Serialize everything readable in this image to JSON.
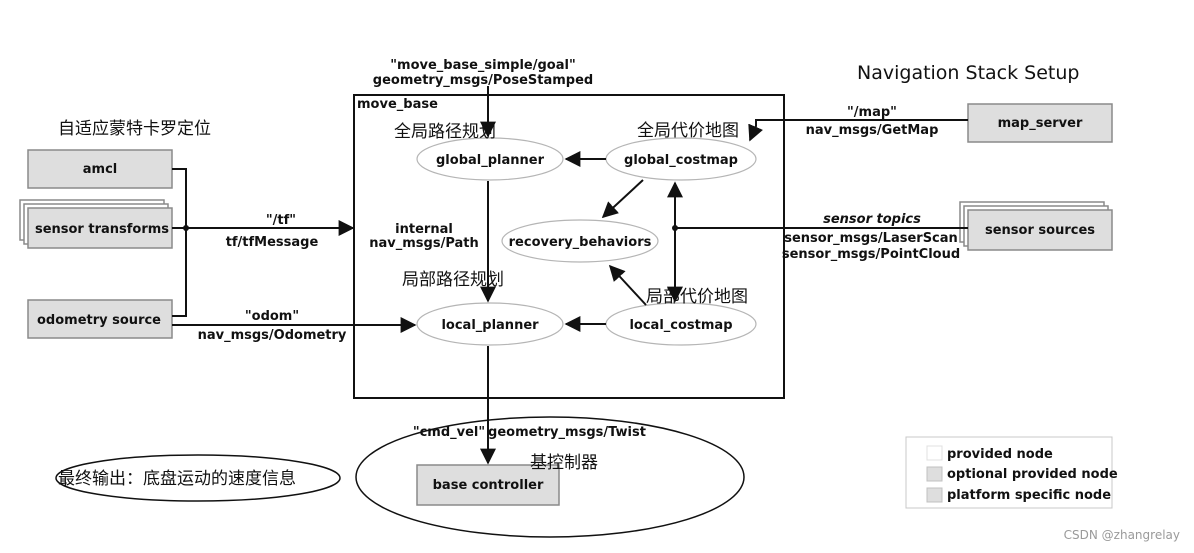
{
  "title": "Navigation Stack Setup",
  "watermark": "CSDN @zhangrelay",
  "move_base_label": "move_base",
  "nodes": {
    "amcl": "amcl",
    "sensor_transforms": "sensor transforms",
    "odometry_source": "odometry source",
    "map_server": "map_server",
    "sensor_sources": "sensor sources",
    "base_controller": "base controller",
    "global_planner": "global_planner",
    "global_costmap": "global_costmap",
    "recovery_behaviors": "recovery_behaviors",
    "local_planner": "local_planner",
    "local_costmap": "local_costmap"
  },
  "topics": {
    "goal_name": "\"move_base_simple/goal\"",
    "goal_type": "geometry_msgs/PoseStamped",
    "tf_name": "\"/tf\"",
    "tf_type": "tf/tfMessage",
    "odom_name": "\"odom\"",
    "odom_type": "nav_msgs/Odometry",
    "map_name": "\"/map\"",
    "map_type": "nav_msgs/GetMap",
    "sensor_topics": "sensor topics",
    "laser_type": "sensor_msgs/LaserScan",
    "cloud_type": "sensor_msgs/PointCloud",
    "internal": "internal",
    "path_type": "nav_msgs/Path",
    "cmd_vel_name": "\"cmd_vel\"",
    "cmd_vel_type": "geometry_msgs/Twist"
  },
  "annotations": {
    "amcl_zh": "自适应蒙特卡罗定位",
    "global_planner_zh": "全局路径规划",
    "global_costmap_zh": "全局代价地图",
    "local_planner_zh": "局部路径规划",
    "local_costmap_zh": "局部代价地图",
    "base_controller_zh": "基控制器",
    "output_zh": "最终输出：底盘运动的速度信息"
  },
  "legend": {
    "provided": "provided node",
    "optional": "optional provided node",
    "platform": "platform specific node"
  },
  "colors": {
    "box_fill": "#dedede",
    "ellipse_fill": "#ffffff",
    "line": "#111111",
    "watermark": "#9a9a9a"
  }
}
